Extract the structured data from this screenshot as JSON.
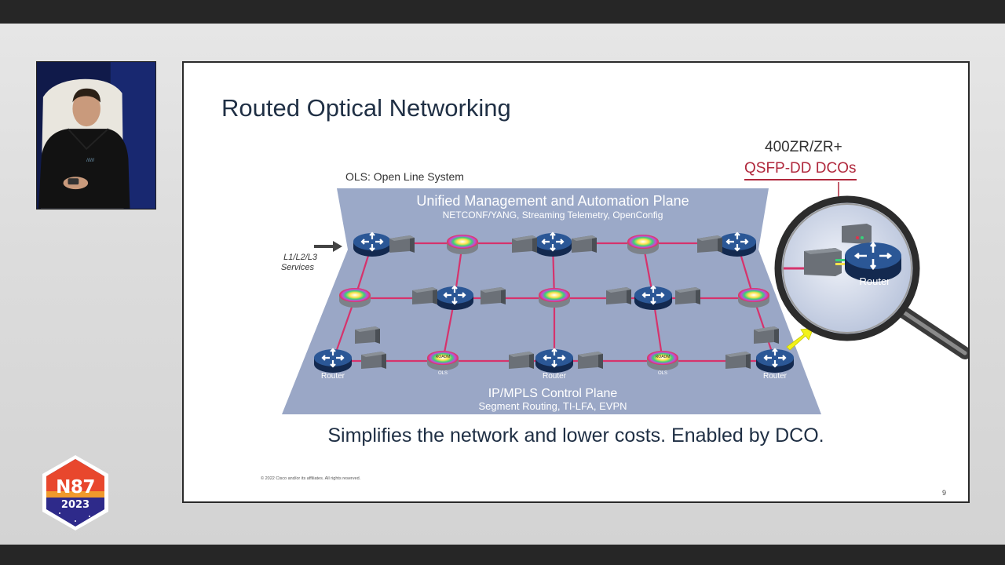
{
  "event": {
    "badge_name": "N87",
    "badge_year": "2023"
  },
  "slide": {
    "title": "Routed Optical Networking",
    "ols_note": "OLS: Open Line System",
    "dco_line1": "400ZR/ZR+",
    "dco_line2": "QSFP-DD DCOs",
    "tagline": "Simplifies the network and lower costs. Enabled by DCO.",
    "copyright": "© 2022  Cisco and/or its affiliates. All rights reserved.",
    "page_number": "9"
  },
  "diagram": {
    "management_plane": {
      "title": "Unified Management and Automation Plane",
      "subtitle": "NETCONF/YANG, Streaming Telemetry, OpenConfig"
    },
    "control_plane": {
      "title": "IP/MPLS Control Plane",
      "subtitle": "Segment Routing, TI-LFA, EVPN"
    },
    "services_label_1": "L1/L2/L3",
    "services_label_2": "Services",
    "router_label": "Router",
    "roadm_label": "ROADM",
    "ols_label": "OLS",
    "colors": {
      "plane": "#9ba9c8",
      "router": "#1d3f74",
      "ols": "#6b7077",
      "link": "#d6336c",
      "accent": "#b0283c",
      "arrow": "#f2f21a"
    },
    "icons": [
      "router-icon",
      "roadm-icon",
      "ols-amplifier-icon",
      "magnifier-icon",
      "yellow-arrow-icon"
    ]
  }
}
